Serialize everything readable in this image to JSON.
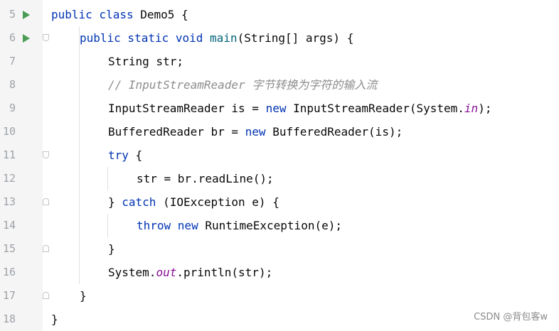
{
  "editor": {
    "lines": [
      {
        "num": "5",
        "tokens": [
          {
            "t": "public class ",
            "c": "kw"
          },
          {
            "t": "Demo5 {",
            "c": ""
          }
        ]
      },
      {
        "num": "6",
        "tokens": [
          {
            "t": "public static void ",
            "c": "kw"
          },
          {
            "t": "main",
            "c": "fn"
          },
          {
            "t": "(String[] args) {",
            "c": ""
          }
        ]
      },
      {
        "num": "7",
        "tokens": [
          {
            "t": "String str;",
            "c": ""
          }
        ]
      },
      {
        "num": "8",
        "tokens": [
          {
            "t": "// InputStreamReader 字节转换为字符的输入流",
            "c": "cm"
          }
        ]
      },
      {
        "num": "9",
        "tokens": [
          {
            "t": "InputStreamReader is = ",
            "c": ""
          },
          {
            "t": "new ",
            "c": "kw"
          },
          {
            "t": "InputStreamReader(System.",
            "c": ""
          },
          {
            "t": "in",
            "c": "st"
          },
          {
            "t": ");",
            "c": ""
          }
        ]
      },
      {
        "num": "10",
        "tokens": [
          {
            "t": "BufferedReader br = ",
            "c": ""
          },
          {
            "t": "new ",
            "c": "kw"
          },
          {
            "t": "BufferedReader(is);",
            "c": ""
          }
        ]
      },
      {
        "num": "11",
        "tokens": [
          {
            "t": "try ",
            "c": "kw"
          },
          {
            "t": "{",
            "c": ""
          }
        ]
      },
      {
        "num": "12",
        "tokens": [
          {
            "t": "str = br.readLine();",
            "c": ""
          }
        ]
      },
      {
        "num": "13",
        "tokens": [
          {
            "t": "} ",
            "c": ""
          },
          {
            "t": "catch ",
            "c": "kw"
          },
          {
            "t": "(IOException e) {",
            "c": ""
          }
        ]
      },
      {
        "num": "14",
        "tokens": [
          {
            "t": "throw new ",
            "c": "kw"
          },
          {
            "t": "RuntimeException(e);",
            "c": ""
          }
        ]
      },
      {
        "num": "15",
        "tokens": [
          {
            "t": "}",
            "c": ""
          }
        ]
      },
      {
        "num": "16",
        "tokens": [
          {
            "t": "System.",
            "c": ""
          },
          {
            "t": "out",
            "c": "st"
          },
          {
            "t": ".println(str);",
            "c": ""
          }
        ]
      },
      {
        "num": "17",
        "tokens": [
          {
            "t": "}",
            "c": ""
          }
        ]
      },
      {
        "num": "18",
        "tokens": [
          {
            "t": "}",
            "c": ""
          }
        ]
      }
    ],
    "run_icons": [
      "5",
      "6"
    ],
    "fold_markers": {
      "6": "open",
      "11": "open",
      "13": "close",
      "15": "close",
      "17": "close"
    }
  },
  "watermark": "CSDN @背包客w",
  "colors": {
    "keyword": "#0033b3",
    "comment": "#8c8c8c",
    "static_field": "#871094",
    "method": "#00627a",
    "line_number": "#9ea2a8",
    "run_icon": "#499c54"
  }
}
